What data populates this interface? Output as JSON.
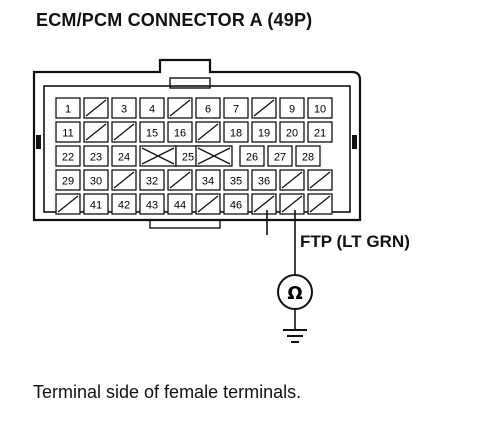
{
  "title": "ECM/PCM CONNECTOR A (49P)",
  "caption": "Terminal side of female terminals.",
  "wire_label": "FTP (LT GRN)",
  "meter_symbol": "Ω",
  "rows": [
    [
      {
        "n": "1"
      },
      {
        "n": ""
      },
      {
        "n": "3"
      },
      {
        "n": "4"
      },
      {
        "n": ""
      },
      {
        "n": "6"
      },
      {
        "n": "7"
      },
      {
        "n": ""
      },
      {
        "n": "9"
      },
      {
        "n": "10"
      }
    ],
    [
      {
        "n": "11"
      },
      {
        "n": ""
      },
      {
        "n": ""
      },
      {
        "n": "15"
      },
      {
        "n": "16"
      },
      {
        "n": ""
      },
      {
        "n": "18"
      },
      {
        "n": "19"
      },
      {
        "n": "20"
      },
      {
        "n": "21"
      }
    ],
    [
      {
        "n": "22"
      },
      {
        "n": "23"
      },
      {
        "n": "24"
      },
      {
        "n": "X"
      },
      {
        "n": "25"
      },
      {
        "n": "X"
      },
      {
        "n": "26"
      },
      {
        "n": "27"
      },
      {
        "n": "28"
      }
    ],
    [
      {
        "n": "29"
      },
      {
        "n": "30"
      },
      {
        "n": ""
      },
      {
        "n": "32"
      },
      {
        "n": ""
      },
      {
        "n": "34"
      },
      {
        "n": "35"
      },
      {
        "n": "36"
      },
      {
        "n": ""
      },
      {
        "n": ""
      }
    ],
    [
      {
        "n": ""
      },
      {
        "n": "41"
      },
      {
        "n": "42"
      },
      {
        "n": "43"
      },
      {
        "n": "44"
      },
      {
        "n": ""
      },
      {
        "n": "46"
      },
      {
        "n": ""
      },
      {
        "n": ""
      },
      {
        "n": ""
      }
    ]
  ]
}
